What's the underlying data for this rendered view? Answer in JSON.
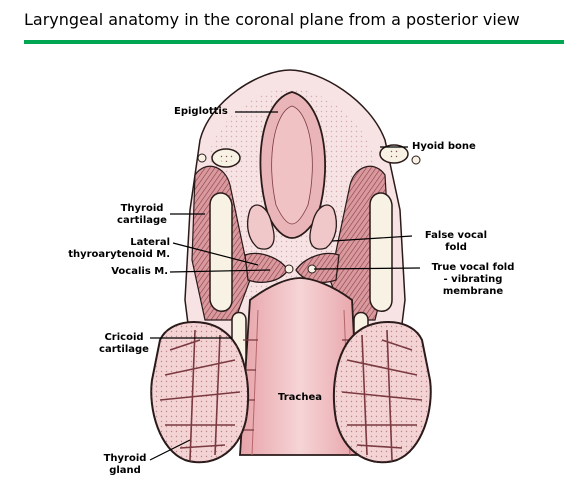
{
  "title": "Laryngeal anatomy in the coronal plane from a posterior view",
  "colors": {
    "rule": "#00a651",
    "mucosa": "#f3c9ca",
    "lumen": "#e8a6aa",
    "muscle": "#c9868a",
    "cartilage": "#f7f2e4",
    "outline": "#2a1a1a",
    "gland": "#f4d3d5"
  },
  "labels": {
    "epiglottis": "Epiglottis",
    "hyoid_bone": "Hyoid bone",
    "thyroid_cartilage": "Thyroid\ncartilage",
    "false_vocal_fold": "False vocal\nfold",
    "lateral_thyroarytenoid": "Lateral\nthyroarytenoid M.",
    "vocalis": "Vocalis M.",
    "true_vocal_fold": "True vocal fold\n- vibrating\nmembrane",
    "cricoid_cartilage": "Cricoid\ncartilage",
    "trachea": "Trachea",
    "thyroid_gland": "Thyroid\ngland"
  }
}
